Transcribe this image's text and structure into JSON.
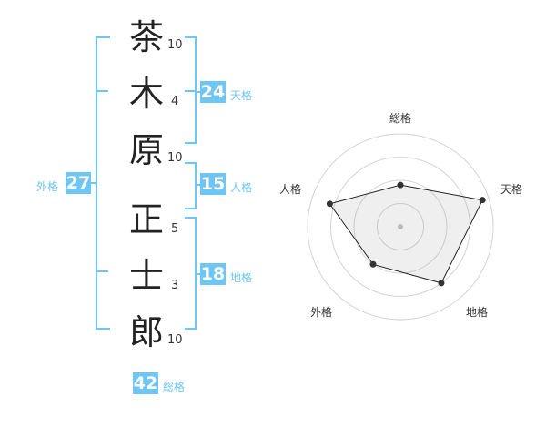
{
  "name": {
    "characters": [
      {
        "char": "茶",
        "strokes": "10"
      },
      {
        "char": "木",
        "strokes": "4"
      },
      {
        "char": "原",
        "strokes": "10"
      },
      {
        "char": "正",
        "strokes": "5"
      },
      {
        "char": "士",
        "strokes": "3"
      },
      {
        "char": "郎",
        "strokes": "10"
      }
    ]
  },
  "kakusu": {
    "tenkaku": {
      "value": "24",
      "label": "天格"
    },
    "jinkaku": {
      "value": "15",
      "label": "人格"
    },
    "chikaku": {
      "value": "18",
      "label": "地格"
    },
    "gaikaku": {
      "value": "27",
      "label": "外格"
    },
    "soukaku": {
      "value": "42",
      "label": "総格"
    }
  },
  "accent_color": "#6ec6f5",
  "chart_data": {
    "type": "radar",
    "axes": [
      "総格",
      "天格",
      "地格",
      "外格",
      "人格"
    ],
    "values": [
      0.45,
      0.93,
      0.75,
      0.5,
      0.8
    ],
    "range": [
      0,
      1
    ],
    "rings": 4,
    "grid": true
  }
}
